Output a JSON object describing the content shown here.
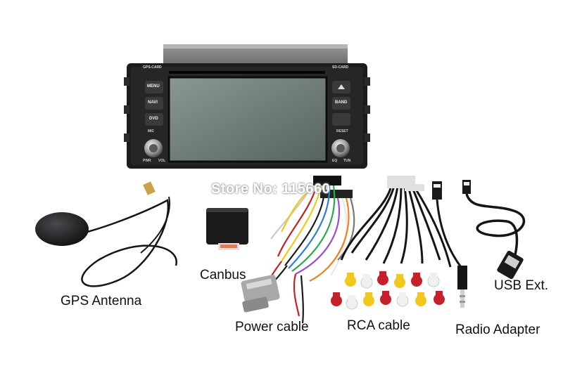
{
  "head_unit": {
    "left_buttons": [
      "MENU",
      "NAVI",
      "DVD"
    ],
    "right_buttons": [
      "BAND"
    ],
    "top_left_label": "GPS-CARD",
    "top_right_label": "SD-CARD",
    "mic_label": "MIC",
    "reset_label": "RESET",
    "left_knob_labels": [
      "PWR",
      "VOL"
    ],
    "right_knob_labels": [
      "EQ",
      "TUN"
    ]
  },
  "watermark": "Store No: 115660",
  "labels": {
    "gps": "GPS Antenna",
    "canbus": "Canbus",
    "power": "Power cable",
    "rca": "RCA cable",
    "radio": "Radio Adapter",
    "usb": "USB Ext."
  },
  "colors": {
    "background": "#ffffff",
    "unit_body": "#1c1c1e",
    "screen": "#6f7f7a",
    "rca_red": "#c8202a",
    "rca_yellow": "#f2c81e",
    "rca_white": "#f0f0f0"
  }
}
